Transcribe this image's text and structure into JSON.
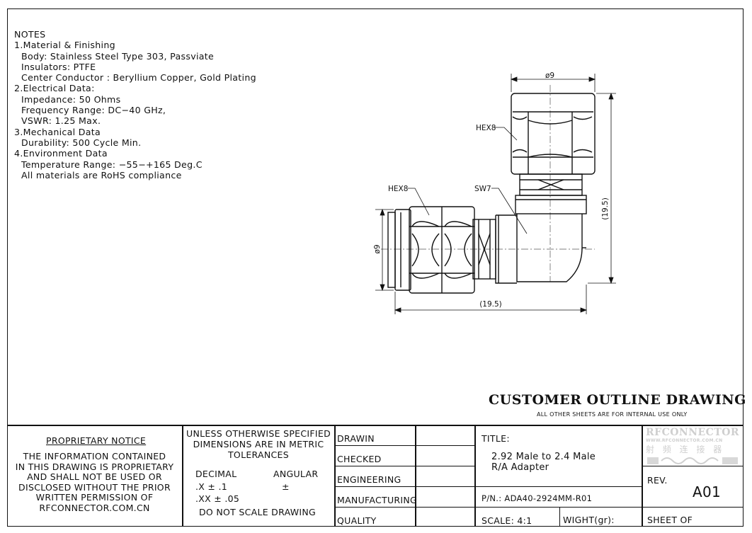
{
  "notes": {
    "heading": "NOTES",
    "lines": [
      {
        "text": "1.Material & Finishing",
        "indent": false
      },
      {
        "text": "Body: Stainless Steel Type 303, Passviate",
        "indent": true
      },
      {
        "text": "Insulators: PTFE",
        "indent": true
      },
      {
        "text": "Center Conductor : Beryllium Copper, Gold Plating",
        "indent": true
      },
      {
        "text": "2.Electrical Data:",
        "indent": false
      },
      {
        "text": "Impedance: 50 Ohms",
        "indent": true
      },
      {
        "text": "Frequency Range: DC−40 GHz,",
        "indent": true
      },
      {
        "text": "VSWR: 1.25 Max.",
        "indent": true
      },
      {
        "text": "3.Mechanical Data",
        "indent": false
      },
      {
        "text": "Durability: 500 Cycle Min.",
        "indent": true
      },
      {
        "text": "4.Environment Data",
        "indent": false
      },
      {
        "text": "Temperature Range: −55−+165 Deg.C",
        "indent": true
      },
      {
        "text": "All materials are RoHS compliance",
        "indent": true
      }
    ]
  },
  "drawing": {
    "dim_top_diameter": "ø9",
    "dim_left_diameter": "ø9",
    "dim_height": "(19.5)",
    "dim_width": "(19.5)",
    "label_hex_top": "HEX8",
    "label_hex_left": "HEX8",
    "label_sw": "SW7"
  },
  "header": {
    "title": "CUSTOMER OUTLINE DRAWING",
    "subtitle": "ALL OTHER SHEETS ARE FOR INTERNAL USE ONLY"
  },
  "title_block": {
    "proprietary_heading": "PROPRIETARY NOTICE",
    "proprietary_lines": [
      "THE INFORMATION CONTAINED",
      "IN THIS DRAWING IS PROPRIETARY",
      "AND SHALL NOT BE USED OR",
      "DISCLOSED WITHOUT THE PRIOR",
      "WRITTEN PERMISSION OF",
      "RFCONNECTOR.COM.CN"
    ],
    "tolerance_lines": [
      "UNLESS OTHERWISE SPECIFIED",
      "DIMENSIONS ARE IN METRIC",
      "TOLERANCES"
    ],
    "decimal_label": "DECIMAL",
    "angular_label": "ANGULAR",
    "decimal_x": ".X ± .1",
    "angular_value": "±",
    "decimal_xx": ".XX ± .05",
    "no_scale": "DO NOT SCALE DRAWING",
    "roles": [
      "DRAWIN",
      "CHECKED",
      "ENGINEERING",
      "MANUFACTURING",
      "QUALITY"
    ],
    "title_label": "TITLE:",
    "title_line1": "2.92 Male to 2.4 Male",
    "title_line2": "R/A Adapter",
    "pn": "P/N.: ADA40-2924MM-R01",
    "scale": "SCALE:  4:1",
    "weight": "WIGHT(gr):",
    "rev_label": "REV.",
    "rev_value": "A01",
    "sheet": "SHEET   OF"
  },
  "watermark": {
    "name": "RFCONNECTOR",
    "url": "WWW.RFCONNECTOR.COM.CN",
    "cn": "射 频 连 接 器"
  }
}
